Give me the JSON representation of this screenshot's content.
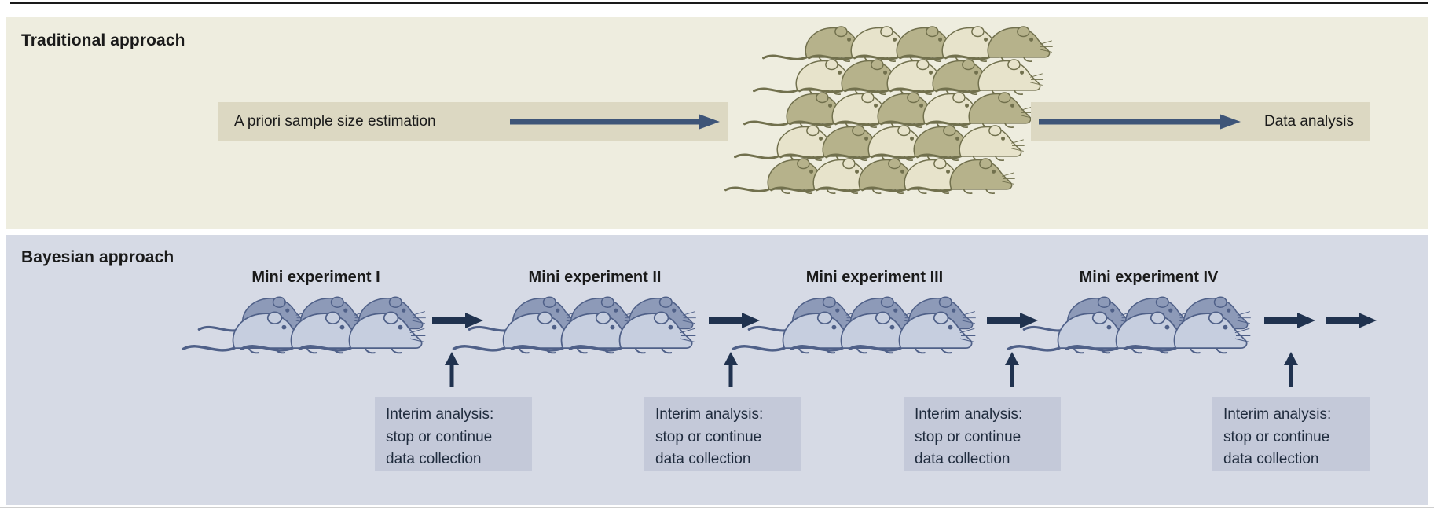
{
  "figure": {
    "type": "two-panel comparison diagram"
  },
  "traditional": {
    "label": "Traditional approach",
    "apriori_label": "A priori sample size estimation",
    "data_analysis_label": "Data analysis"
  },
  "bayesian": {
    "label": "Bayesian approach",
    "experiments": [
      {
        "label": "Mini experiment I"
      },
      {
        "label": "Mini experiment II"
      },
      {
        "label": "Mini experiment III"
      },
      {
        "label": "Mini experiment IV"
      }
    ],
    "interim_lines": [
      "Interim analysis:",
      "stop or continue",
      "data collection"
    ]
  },
  "icons": {
    "arrow_right": "→",
    "arrow_up": "↑",
    "mouse": "mouse-illustration"
  },
  "colors": {
    "top_rule": "#1a1a1a",
    "bottom_rule": "#cfcfcf",
    "traditional_panel_bg": "#eeeddf",
    "traditional_box_bg": "#dcd8c2",
    "bayesian_panel_bg": "#d6dae5",
    "interim_box_bg": "#c4c9d9",
    "arrow_traditional": "#3e5578",
    "arrow_bayesian": "#20324f",
    "text_primary": "#1a1a1a",
    "interim_text": "#1f2b3d",
    "mouse_top_light": "#e7e3cb",
    "mouse_top_dark": "#b6b28b",
    "mouse_top_outline": "#71704d",
    "mouse_bottom_light": "#c6cedf",
    "mouse_bottom_dark": "#8d9ab8",
    "mouse_bottom_outline": "#4f6088"
  }
}
